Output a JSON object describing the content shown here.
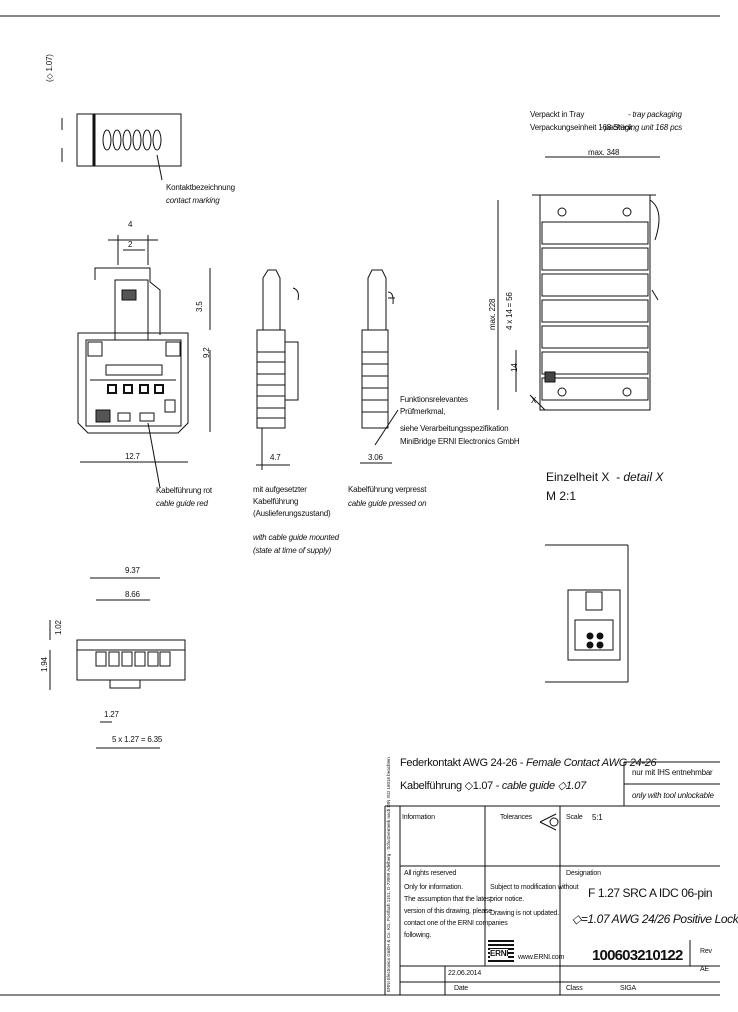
{
  "top_view": {
    "tolerance": "(◇ 1.07)",
    "contact_marking_de": "Kontaktbezeichnung",
    "contact_marking_en": "contact marking"
  },
  "front_view": {
    "dim_4": "4",
    "dim_2": "2",
    "dim_3_5": "3.5",
    "dim_9_2": "9.2",
    "dim_12_7": "12.7",
    "guide_red_de": "Kabelführung rot",
    "guide_red_en": "cable guide red"
  },
  "side_view": {
    "dim_4_7": "4.7",
    "note_de_1": "mit aufgesetzter",
    "note_de_2": "Kabelführung",
    "note_de_3": "(Auslieferungszustand)",
    "note_en_1": "with cable guide mounted",
    "note_en_2": "(state at time of supply)"
  },
  "pressed_view": {
    "dim_3_06": "3.06",
    "function_de_1": "Funktionsrelevantes",
    "function_de_2": "Prüfmerkmal,",
    "function_de_3": "siehe Verarbeitungsspezifikation",
    "function_de_4": "MiniBridge ERNI Electronics GmbH",
    "guide_pressed_de": "Kabelführung verpresst",
    "guide_pressed_en": "cable guide pressed on"
  },
  "bottom_view": {
    "dim_9_37": "9.37",
    "dim_8_66": "8.66",
    "dim_1_02": "1.02",
    "dim_1_94": "1.94",
    "dim_1_27": "1.27",
    "pitch": "5 x 1.27 = 6.35"
  },
  "tray": {
    "label_de": "Verpackt in Tray",
    "label_en": "- tray packaging",
    "unit_de": "Verpackungseinheit 168 Stück",
    "unit_en": "- packaging unit 168 pcs",
    "max_width": "max. 348",
    "dim_vertical": "max. 228",
    "dim_pitch": "4 x 14 = 56",
    "dim_14": "14",
    "detail_label": "X",
    "detail_title_de": "Einzelheit X",
    "detail_title_en": "- detail X",
    "detail_scale": "M 2:1"
  },
  "title_block": {
    "title_de_1": "Federkontakt AWG 24-26 - ",
    "title_en_1": "Female Contact AWG 24-26",
    "title_de_2": "Kabelführung ◇1.07 - ",
    "title_en_2": "cable guide ◇1.07",
    "usable_de": "nur mit IHS entnehmbar",
    "usable_en": "only with tool unlockable",
    "info_label": "Information",
    "tolerances_label": "Tolerances",
    "scale_label": "Scale",
    "scale_value": "5:1",
    "designation_label": "Designation",
    "rights_reserved": "All rights reserved",
    "only_info": "Only for information.",
    "valid_version": "The assumption that the latest",
    "valid_version_2": "version of this drawing, please",
    "contact_erni": "contact one of the ERNI companies",
    "contact_erni_2": "following.",
    "subject_to": "Subject to modification without",
    "prior_notice": "prior notice.",
    "not_updated": "Drawing is not updated.",
    "designation_1": "F 1.27 SRC A IDC 06-pin",
    "designation_2": "◇=1.07 AWG 24/26 Positive Lock",
    "logo": "ERNI",
    "website": "www.ERNI.com",
    "part_number": "100603210122",
    "rev_label": "Rev",
    "rev_value": "AE",
    "date_value": "22.06.2014",
    "date_label": "Date",
    "class_label": "Class",
    "sheet_label": "SIGA",
    "side_margin": "ERNI Electronics GmbH & Co. KG, Postfach 1151, D-73099 Adelberg · Schutzvermerk nach DIN ISO 16016 beachten"
  }
}
